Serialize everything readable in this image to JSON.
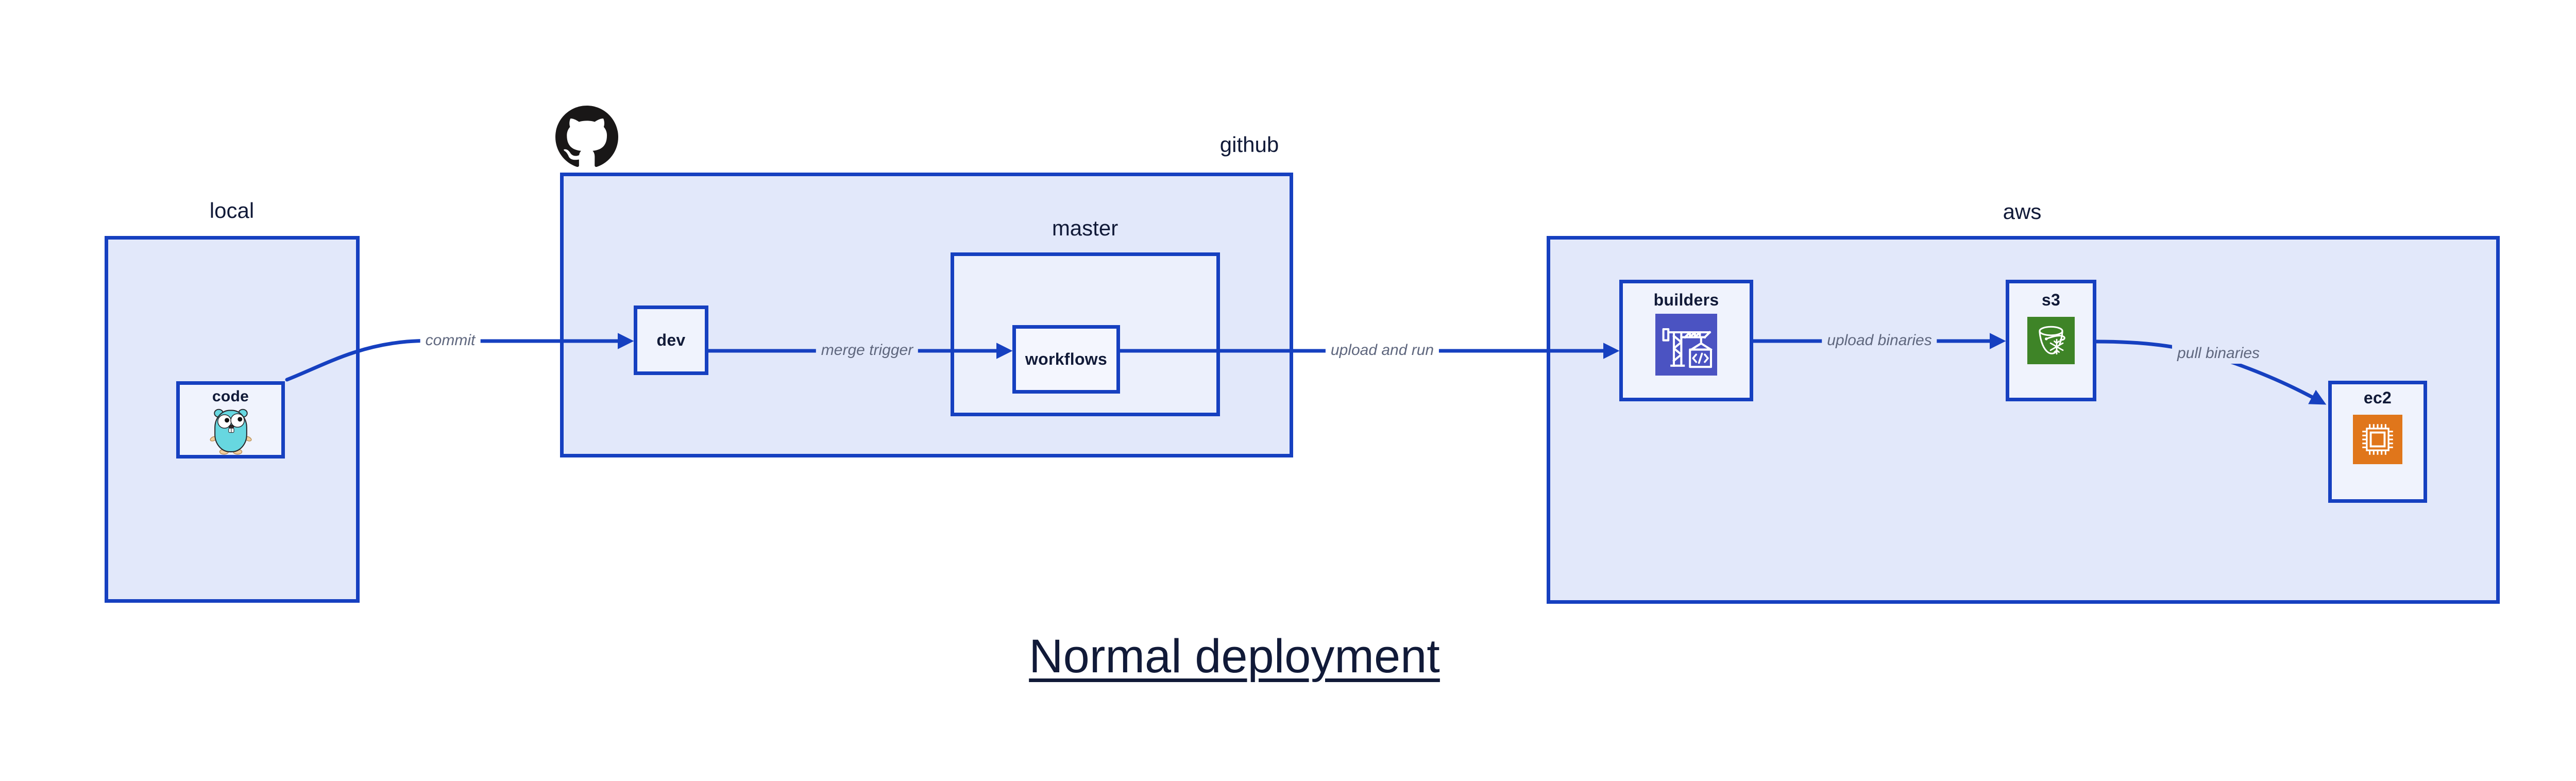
{
  "title": "Normal deployment",
  "containers": {
    "local": {
      "label": "local"
    },
    "github": {
      "label": "github"
    },
    "master": {
      "label": "master"
    },
    "aws": {
      "label": "aws"
    }
  },
  "nodes": {
    "code": {
      "label": "code",
      "icon": "go-gopher-icon"
    },
    "dev": {
      "label": "dev"
    },
    "workflows": {
      "label": "workflows"
    },
    "builders": {
      "label": "builders",
      "icon": "codebuild-crane-icon"
    },
    "s3": {
      "label": "s3",
      "icon": "s3-glacier-bucket-icon"
    },
    "ec2": {
      "label": "ec2",
      "icon": "ec2-chip-icon"
    }
  },
  "edges": [
    {
      "from": "code",
      "to": "dev",
      "label": "commit"
    },
    {
      "from": "dev",
      "to": "workflows",
      "label": "merge trigger"
    },
    {
      "from": "workflows",
      "to": "builders",
      "label": "upload and run"
    },
    {
      "from": "builders",
      "to": "s3",
      "label": "upload binaries"
    },
    {
      "from": "s3",
      "to": "ec2",
      "label": "pull binaries"
    }
  ],
  "colors": {
    "accent": "#1640c0",
    "container-fill": "#e2e8fa",
    "master-fill": "#ecf0fc",
    "node-fill": "#f0f3fd",
    "text-navy": "#111a38",
    "edge-label": "#5f677e",
    "github-black": "#191717",
    "codebuild-purple": "#4b53c2",
    "s3-green": "#3e8427",
    "ec2-orange": "#e0761b",
    "gopher-teal": "#67d7e0"
  }
}
